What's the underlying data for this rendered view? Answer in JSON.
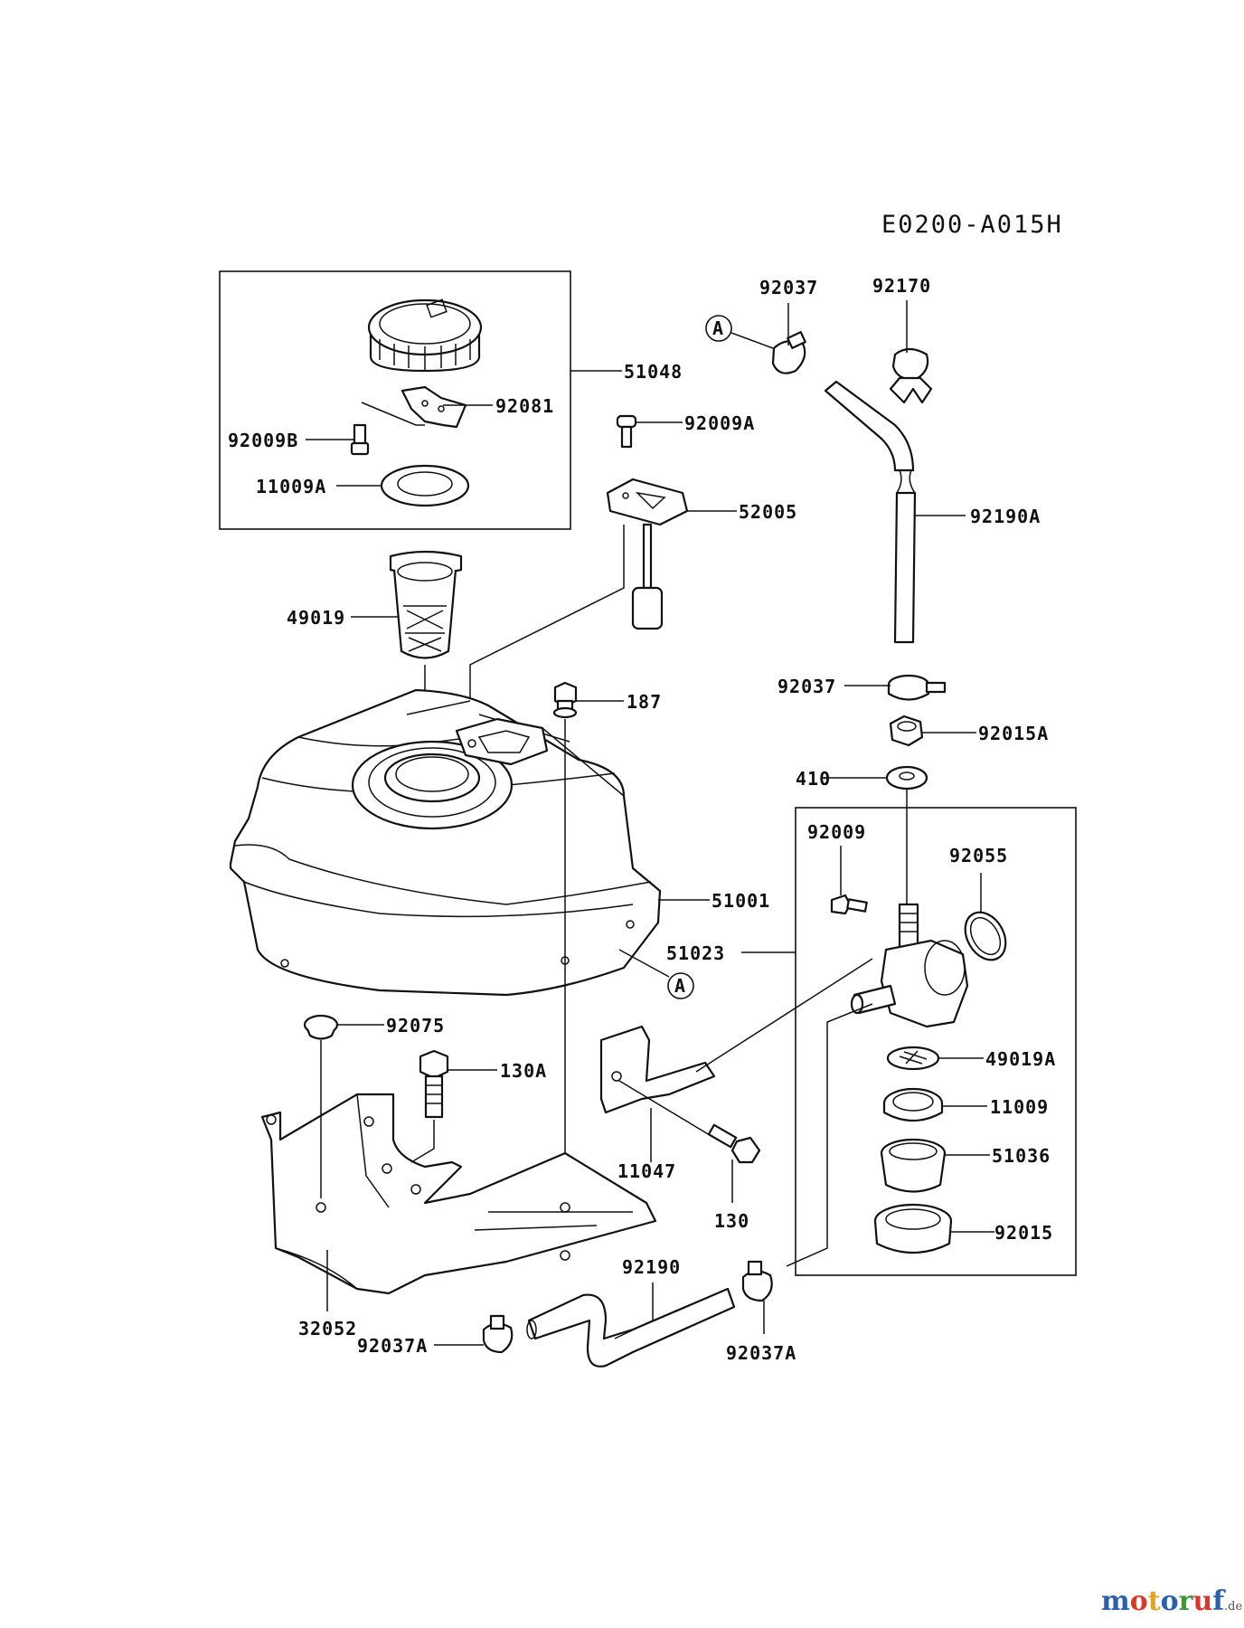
{
  "diagram_code": "E0200-A015H",
  "watermark": {
    "name": "motoruf",
    "suffix": ".de",
    "colors": [
      "#2a5fb0",
      "#d73a2a",
      "#e8a317",
      "#2a5fb0",
      "#3a9a3a",
      "#d73a2a",
      "#2a5fb0"
    ]
  },
  "labels": {
    "p92037_top": "92037",
    "p92170": "92170",
    "callout_a1": "A",
    "p51048": "51048",
    "p92081": "92081",
    "p92009B": "92009B",
    "p11009A": "11009A",
    "p92009A": "92009A",
    "p52005": "52005",
    "p92190A": "92190A",
    "p49019": "49019",
    "p92037_mid": "92037",
    "p187": "187",
    "p92015A": "92015A",
    "p410": "410",
    "p92009": "92009",
    "p92055": "92055",
    "p51001": "51001",
    "p51023": "51023",
    "callout_a2": "A",
    "p92075": "92075",
    "p130A": "130A",
    "p49019A": "49019A",
    "p11009": "11009",
    "p11047": "11047",
    "p51036": "51036",
    "p130": "130",
    "p92015": "92015",
    "p92190": "92190",
    "p32052": "32052",
    "p92037A_left": "92037A",
    "p92037A_right": "92037A"
  }
}
